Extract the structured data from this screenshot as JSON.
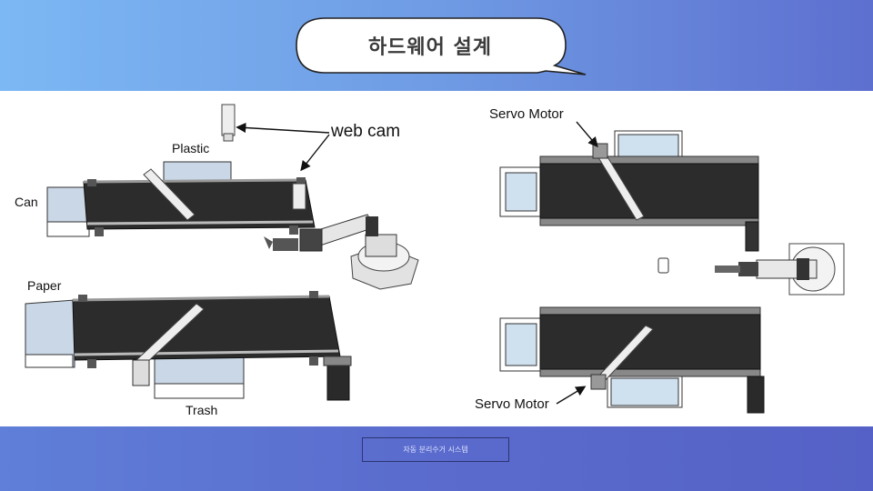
{
  "slide": {
    "title": "하드웨어 설계",
    "footer": "자동 분리수거 시스템"
  },
  "labels": {
    "plastic": "Plastic",
    "web_cam": "web cam",
    "can": "Can",
    "paper": "Paper",
    "trash": "Trash",
    "servo_motor_top": "Servo Motor",
    "servo_motor_bottom": "Servo Motor"
  }
}
